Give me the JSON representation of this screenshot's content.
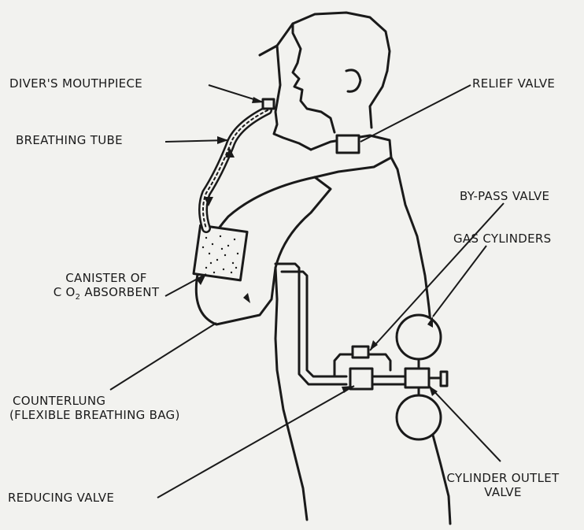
{
  "labels": {
    "mouthpiece": "DIVER'S MOUTHPIECE",
    "relief_valve": "RELIEF VALVE",
    "breathing_tube": "BREATHING TUBE",
    "bypass_valve": "BY-PASS VALVE",
    "gas_cylinders": "GAS CYLINDERS",
    "canister_line1": "CANISTER OF",
    "canister_line2_pre": "C O",
    "canister_line2_sub": "2",
    "canister_line2_post": " ABSORBENT",
    "counterlung_line1": "COUNTERLUNG",
    "counterlung_line2": "(FLEXIBLE BREATHING BAG)",
    "reducing_valve": "REDUCING VALVE",
    "cylinder_outlet_line1": "CYLINDER OUTLET",
    "cylinder_outlet_line2": "VALVE"
  },
  "colors": {
    "ink": "#1a1a1a",
    "paper": "#f2f2ef"
  }
}
